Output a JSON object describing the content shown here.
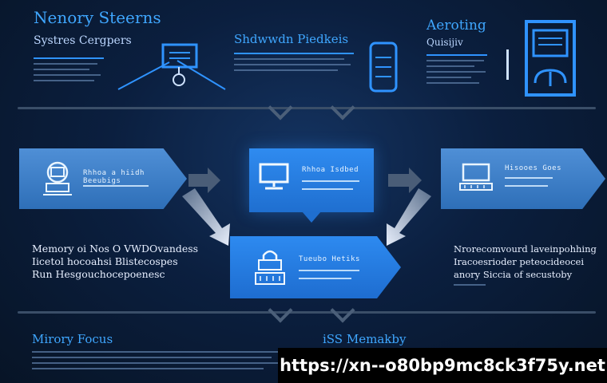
{
  "header": {
    "left_title": "Nenory Steerns",
    "left_subtitle": "Systres Cergpers",
    "center_title": "Shdwwdn Piedkeis",
    "right_title": "Aeroting",
    "right_subtitle": "Quisijiv"
  },
  "cards": [
    {
      "title": "Rhhoa a hiidh Beeubigs"
    },
    {
      "title": "Rhhoa Isdbed"
    },
    {
      "title": "Hisooes Goes"
    },
    {
      "title": "Tueubo Hetiks"
    }
  ],
  "left_text": [
    "Memory oi Nos O VWDOvandess",
    "Iicetol hocoahsi Blistecospes",
    "Run Hesgouchocepoenesc"
  ],
  "right_text": [
    "Nrorecomvourd laveinpohhing",
    "Iracoesrioder peteocideocei",
    "anory Siccia of secustoby"
  ],
  "footer": {
    "left_title": "Mirory Focus",
    "center_title": "iSS Memakby"
  },
  "watermark": "https://xn--o80bp9mc8ck3f75y.net",
  "colors": {
    "accent": "#2f93ff",
    "card": "#3e82cc",
    "background": "#0b1f3f"
  }
}
